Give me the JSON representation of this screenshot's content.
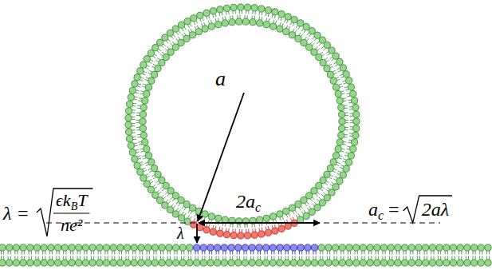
{
  "diagram": {
    "labels": [
      "λ =",
      "ϵk",
      "B",
      "T",
      "ne²",
      "a",
      "2a",
      "c",
      "λ",
      "a",
      "c",
      "=",
      "2aλ"
    ]
  }
}
